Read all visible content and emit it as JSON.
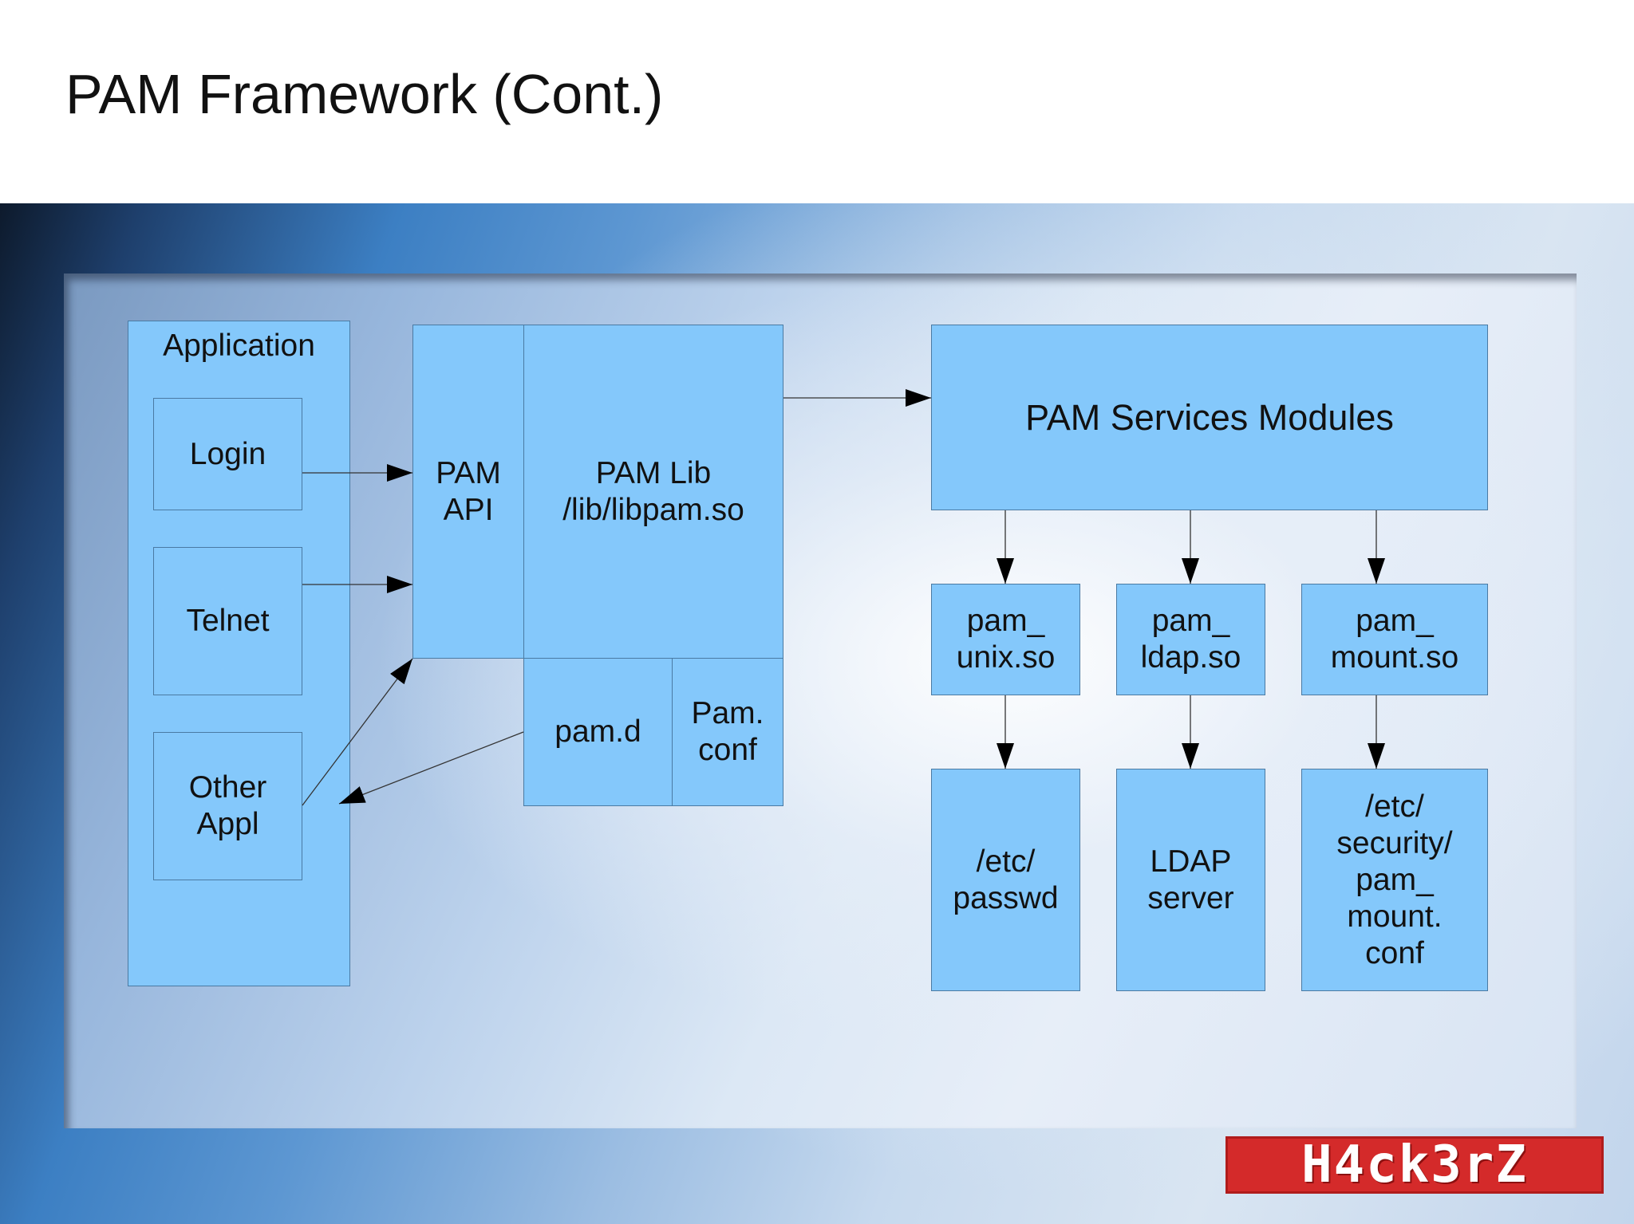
{
  "slide": {
    "title": "PAM Framework (Cont.)"
  },
  "diagram": {
    "application": "Application",
    "login": "Login",
    "telnet": "Telnet",
    "other_appl": "Other\nAppl",
    "pam_api": "PAM\nAPI",
    "pam_lib": "PAM Lib\n/lib/libpam.so",
    "pam_d": "pam.d",
    "pam_conf": "Pam.\nconf",
    "services": "PAM Services Modules",
    "pam_unix": "pam_\nunix.so",
    "pam_ldap": "pam_\nldap.so",
    "pam_mount": "pam_\nmount.so",
    "etc_passwd": "/etc/\npasswd",
    "ldap_server": "LDAP\nserver",
    "mount_conf": "/etc/\nsecurity/\npam_\nmount.\nconf"
  },
  "logo": {
    "text": "H4ck3rZ"
  },
  "colors": {
    "box_fill": "#84c8fb",
    "logo_red": "#d42a2a"
  }
}
